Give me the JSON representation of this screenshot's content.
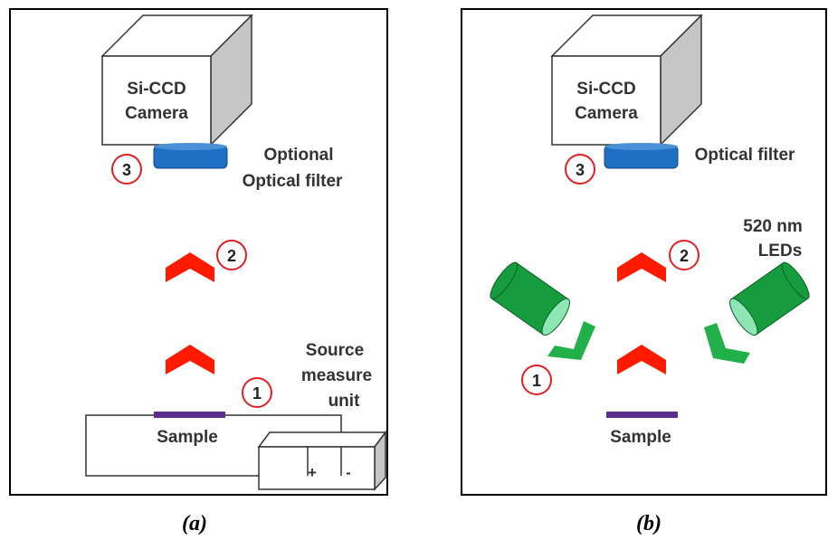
{
  "panel_a": {
    "camera_line1": "Si-CCD",
    "camera_line2": "Camera",
    "filter_line1": "Optional",
    "filter_line2": "Optical filter",
    "smu_line1": "Source",
    "smu_line2": "measure",
    "smu_line3": "unit",
    "sample_label": "Sample",
    "plus": "+",
    "minus": "-",
    "marker1": "1",
    "marker2": "2",
    "marker3": "3",
    "caption": "(a)"
  },
  "panel_b": {
    "camera_line1": "Si-CCD",
    "camera_line2": "Camera",
    "filter_label": "Optical filter",
    "led_line1": "520 nm",
    "led_line2": "LEDs",
    "sample_label": "Sample",
    "marker1": "1",
    "marker2": "2",
    "marker3": "3",
    "caption": "(b)"
  },
  "colors": {
    "arrow_red": "#ff1a00",
    "arrow_green": "#22b04a",
    "led_green": "#169b3f",
    "led_face": "#8ee6b4",
    "filter_blue": "#1f6fc4",
    "sample_purple": "#5b2d8e",
    "marker_red": "#e02020"
  }
}
